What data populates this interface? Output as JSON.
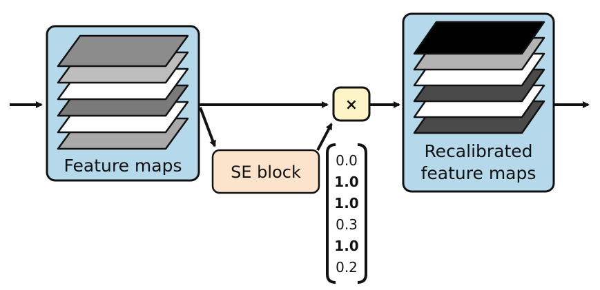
{
  "colors": {
    "panel_fill": "#b5d8ea",
    "se_block_fill": "#fbe3cc",
    "multiply_fill": "#fdf4c7",
    "stroke": "#111111"
  },
  "input_box": {
    "label": "Feature maps",
    "layer_colors": [
      "#8c8c8c",
      "#bdbdbd",
      "#ffffff",
      "#7a7a7a",
      "#ffffff",
      "#a9a9a9"
    ]
  },
  "se_block": {
    "label": "SE block"
  },
  "multiply": {
    "symbol": "×"
  },
  "output_box": {
    "label_line1": "Recalibrated",
    "label_line2": "feature maps",
    "layer_colors": [
      "#000000",
      "#b3b3b3",
      "#ffffff",
      "#4a4a4a",
      "#ffffff",
      "#4a4a4a"
    ]
  },
  "weights": [
    {
      "value": "0.0",
      "bold": false
    },
    {
      "value": "1.0",
      "bold": true
    },
    {
      "value": "1.0",
      "bold": true
    },
    {
      "value": "0.3",
      "bold": false
    },
    {
      "value": "1.0",
      "bold": true
    },
    {
      "value": "0.2",
      "bold": false
    }
  ]
}
